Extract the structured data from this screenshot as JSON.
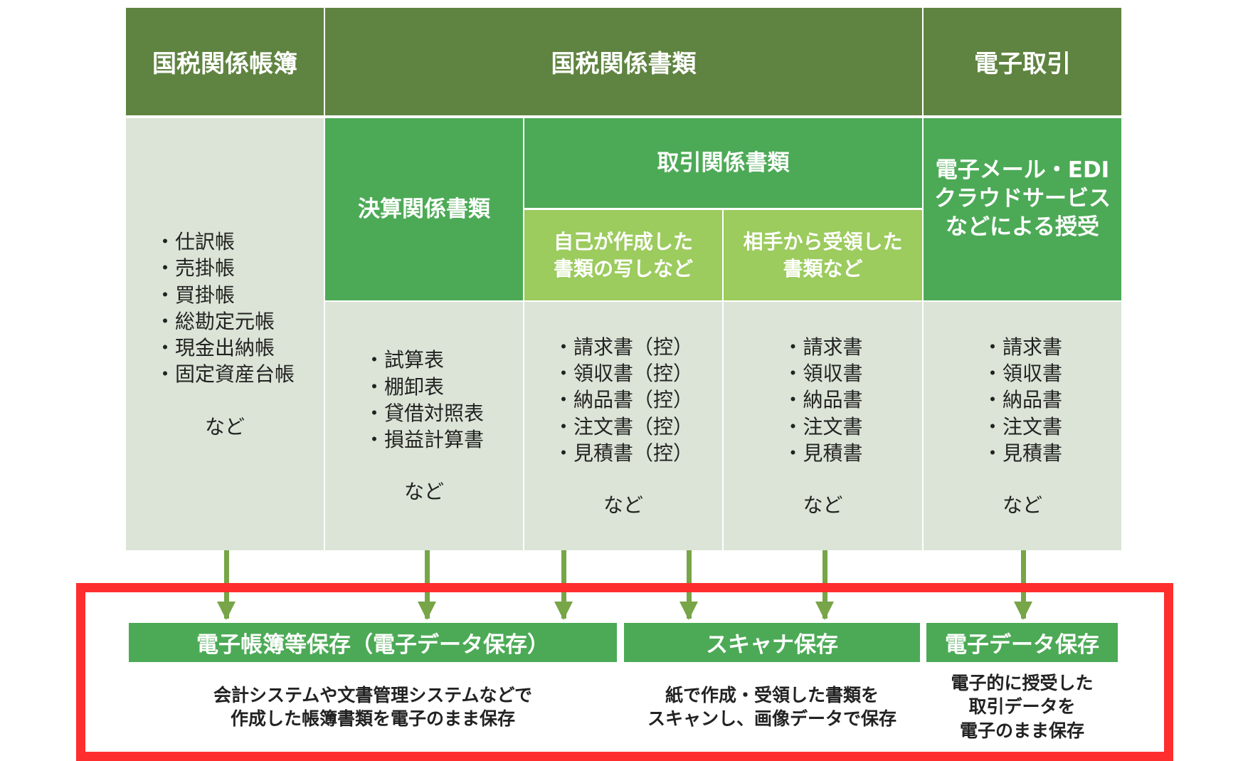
{
  "header": {
    "ledgers": "国税関係帳簿",
    "documents": "国税関係書類",
    "etrade": "電子取引"
  },
  "sub": {
    "settlement": "決算関係書類",
    "transaction": "取引関係書類",
    "self_made": [
      "自己が作成した",
      "書類の写しなど"
    ],
    "received": [
      "相手から受領した",
      "書類など"
    ],
    "email_edi": [
      "電子メール・EDI",
      "クラウドサービス",
      "などによる授受"
    ]
  },
  "body": {
    "ledgers": {
      "items": [
        "・仕訳帳",
        "・売掛帳",
        "・買掛帳",
        "・総勘定元帳",
        "・現金出納帳",
        "・固定資産台帳"
      ],
      "etc": "など"
    },
    "settlement": {
      "items": [
        "・試算表",
        "・棚卸表",
        "・貸借対照表",
        "・損益計算書"
      ],
      "etc": "など"
    },
    "self_made": {
      "items": [
        "・請求書（控）",
        "・領収書（控）",
        "・納品書（控）",
        "・注文書（控）",
        "・見積書（控）"
      ],
      "etc": "など"
    },
    "received": {
      "items": [
        "・請求書",
        "・領収書",
        "・納品書",
        "・注文書",
        "・見積書"
      ],
      "etc": "など"
    },
    "etrade": {
      "items": [
        "・請求書",
        "・領収書",
        "・納品書",
        "・注文書",
        "・見積書"
      ],
      "etc": "など"
    }
  },
  "storage": {
    "ebook": {
      "label": "電子帳簿等保存（電子データ保存）",
      "desc": [
        "会計システムや文書管理システムなどで",
        "作成した帳簿書類を電子のまま保存"
      ]
    },
    "scanner": {
      "label": "スキャナ保存",
      "desc": [
        "紙で作成・受領した書類を",
        "スキャンし、画像データで保存"
      ]
    },
    "edata": {
      "label": "電子データ保存",
      "desc": [
        "電子的に授受した",
        "取引データを",
        "電子のまま保存"
      ]
    }
  }
}
